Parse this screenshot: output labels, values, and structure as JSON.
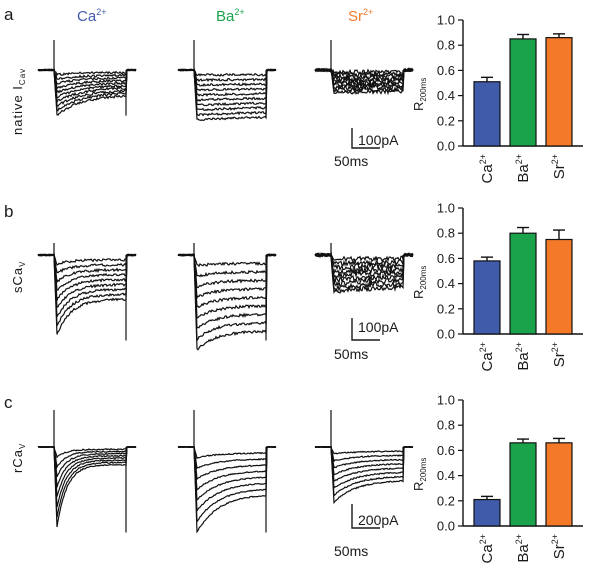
{
  "header": {
    "ions": [
      {
        "base": "Ca",
        "sup": "2+",
        "color": "#3f5ba9"
      },
      {
        "base": "Ba",
        "sup": "2+",
        "color": "#1aa34a"
      },
      {
        "base": "Sr",
        "sup": "2+",
        "color": "#f47a2a"
      }
    ]
  },
  "rows": [
    {
      "letter": "a",
      "label_main": "native I",
      "label_sub": "Cav",
      "scale": {
        "current": "100pA",
        "time": "50ms"
      }
    },
    {
      "letter": "b",
      "label_main": "sCa",
      "label_sub": "V",
      "scale": {
        "current": "100pA",
        "time": "50ms"
      }
    },
    {
      "letter": "c",
      "label_main": "rCa",
      "label_sub": "V",
      "scale": {
        "current": "200pA",
        "time": "50ms"
      }
    }
  ],
  "chart_data": [
    {
      "type": "bar",
      "panel": "a",
      "ylabel_main": "R",
      "ylabel_sub": "200ms",
      "ylim": [
        0,
        1.0
      ],
      "yticks": [
        "0.0",
        "0.2",
        "0.4",
        "0.6",
        "0.8",
        "1.0"
      ],
      "categories": [
        {
          "base": "Ca",
          "sup": "2+"
        },
        {
          "base": "Ba",
          "sup": "2+"
        },
        {
          "base": "Sr",
          "sup": "2+"
        }
      ],
      "values": [
        0.51,
        0.85,
        0.86
      ],
      "errors": [
        0.035,
        0.035,
        0.03
      ],
      "colors": [
        "#3f5ba9",
        "#1aa34a",
        "#f47a2a"
      ]
    },
    {
      "type": "bar",
      "panel": "b",
      "ylabel_main": "R",
      "ylabel_sub": "200ms",
      "ylim": [
        0,
        1.0
      ],
      "yticks": [
        "0.0",
        "0.2",
        "0.4",
        "0.6",
        "0.8",
        "1.0"
      ],
      "categories": [
        {
          "base": "Ca",
          "sup": "2+"
        },
        {
          "base": "Ba",
          "sup": "2+"
        },
        {
          "base": "Sr",
          "sup": "2+"
        }
      ],
      "values": [
        0.58,
        0.8,
        0.75
      ],
      "errors": [
        0.03,
        0.045,
        0.075
      ],
      "colors": [
        "#3f5ba9",
        "#1aa34a",
        "#f47a2a"
      ]
    },
    {
      "type": "bar",
      "panel": "c",
      "ylabel_main": "R",
      "ylabel_sub": "200ms",
      "ylim": [
        0,
        1.0
      ],
      "yticks": [
        "0.0",
        "0.2",
        "0.4",
        "0.6",
        "0.8",
        "1.0"
      ],
      "categories": [
        {
          "base": "Ca",
          "sup": "2+"
        },
        {
          "base": "Ba",
          "sup": "2+"
        },
        {
          "base": "Sr",
          "sup": "2+"
        }
      ],
      "values": [
        0.21,
        0.66,
        0.66
      ],
      "errors": [
        0.025,
        0.03,
        0.035
      ],
      "colors": [
        "#3f5ba9",
        "#1aa34a",
        "#f47a2a"
      ]
    }
  ]
}
